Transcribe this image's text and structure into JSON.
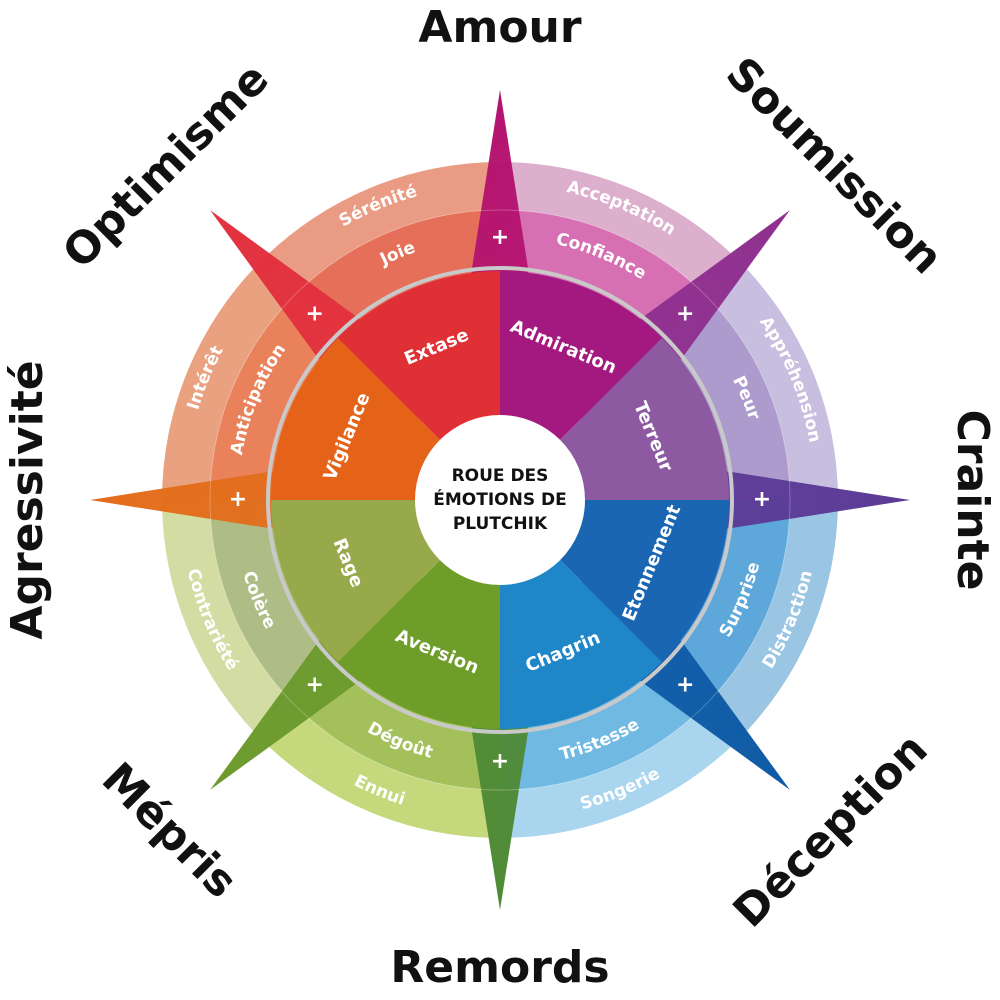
{
  "center": {
    "lines": [
      "ROUE DES",
      "ÉMOTIONS DE",
      "PLUTCHIK"
    ]
  },
  "plus_sign": "+",
  "dyads": [
    {
      "label": "Amour"
    },
    {
      "label": "Soumission"
    },
    {
      "label": "Crainte"
    },
    {
      "label": "Déception"
    },
    {
      "label": "Remords"
    },
    {
      "label": "Mépris"
    },
    {
      "label": "Agressivité"
    },
    {
      "label": "Optimisme"
    }
  ],
  "emotions": [
    {
      "outer": "Acceptation",
      "mid": "Confiance",
      "inner": "Admiration",
      "colors": {
        "outer": "#dcb0cc",
        "mid": "#d76fb3",
        "inner": "#a3197f"
      }
    },
    {
      "outer": "Appréhension",
      "mid": "Peur",
      "inner": "Terreur",
      "colors": {
        "outer": "#c8bedf",
        "mid": "#ad9bcd",
        "inner": "#8d5aa2"
      }
    },
    {
      "outer": "Distraction",
      "mid": "Surprise",
      "inner": "Etonnement",
      "colors": {
        "outer": "#9ac6e4",
        "mid": "#5ea7da",
        "inner": "#1a66b2"
      }
    },
    {
      "outer": "Songerie",
      "mid": "Tristesse",
      "inner": "Chagrin",
      "colors": {
        "outer": "#a9d6ee",
        "mid": "#6fb9e2",
        "inner": "#1f86c8"
      }
    },
    {
      "outer": "Ennui",
      "mid": "Dégoût",
      "inner": "Aversion",
      "colors": {
        "outer": "#c5d97c",
        "mid": "#a3c05a",
        "inner": "#6e9d2a"
      }
    },
    {
      "outer": "Contrariété",
      "mid": "Colère",
      "inner": "Rage",
      "colors": {
        "outer": "#d2dca3",
        "mid": "#aebd85",
        "inner": "#97a94a"
      }
    },
    {
      "outer": "Intérêt",
      "mid": "Anticipation",
      "inner": "Vigilance",
      "colors": {
        "outer": "#eaa180",
        "mid": "#e9815a",
        "inner": "#e56318"
      }
    },
    {
      "outer": "Sérénité",
      "mid": "Joie",
      "inner": "Extase",
      "colors": {
        "outer": "#ea9b83",
        "mid": "#e56f58",
        "inner": "#df3035"
      }
    }
  ],
  "star_colors": [
    "#b4136f",
    "#8f2f8e",
    "#5b3a96",
    "#0e5aa5",
    "#4f8a35",
    "#6c9a2c",
    "#e36d1c",
    "#e2303e"
  ],
  "ring_border_color": "#c9c9c9",
  "dyad_text_color": "#111111",
  "emotion_text_color": "#ffffff"
}
